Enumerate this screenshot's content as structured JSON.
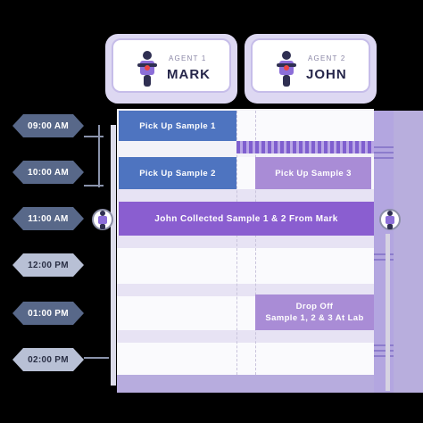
{
  "agents": [
    {
      "sub": "AGENT 1",
      "name": "MARK"
    },
    {
      "sub": "AGENT 2",
      "name": "JOHN"
    }
  ],
  "times": [
    "09:00 AM",
    "10:00 AM",
    "11:00 AM",
    "12:00 PM",
    "01:00 PM",
    "02:00 PM"
  ],
  "events": {
    "e1": "Pick Up Sample 1",
    "e2": "Pick Up Sample 2",
    "e3": "Pick Up Sample 3",
    "e4": "John Collected Sample 1 & 2 From Mark",
    "e5_line1": "Drop Off",
    "e5_line2": "Sample 1, 2 & 3 At Lab"
  },
  "colors": {
    "blue_event": "#4e74c0",
    "lavender_event": "#a98cd6",
    "purple_event": "#8a5ed0",
    "chip_dark": "#586889",
    "chip_light": "#b8c0d5"
  },
  "icons": {
    "agent_avatar": "delivery-rider-icon"
  }
}
